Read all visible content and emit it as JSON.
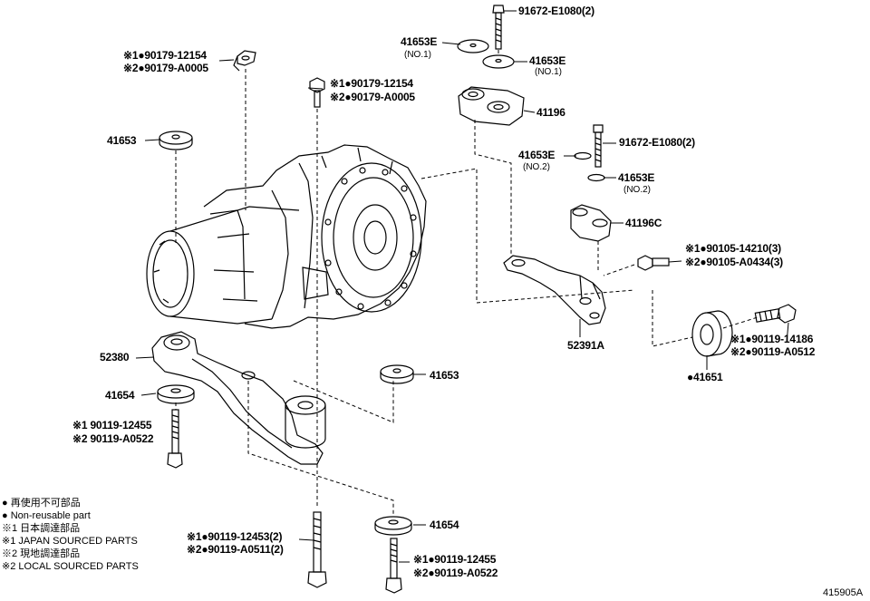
{
  "parts": {
    "bolt_9167_top": "91672-E1080(2)",
    "p41653e_no1_left": "41653E",
    "p41653e_no1_left_sub": "(NO.1)",
    "p41653e_no1_right": "41653E",
    "p41653e_no1_right_sub": "(NO.1)",
    "p41196": "41196",
    "bolt_9167_mid": "91672-E1080(2)",
    "p41653e_no2_left": "41653E",
    "p41653e_no2_left_sub": "(NO.2)",
    "p41653e_no2_right": "41653E",
    "p41653e_no2_right_sub": "(NO.2)",
    "p41196c": "41196C",
    "bolt_90105_1": "※1●90105-14210(3)",
    "bolt_90105_2": "※2●90105-A0434(3)",
    "p52391a": "52391A",
    "bolt_90119_14186_1": "※1●90119-14186",
    "bolt_90119_a0512_2": "※2●90119-A0512",
    "p41651": "●41651",
    "clip_90179_12154_1": "※1●90179-12154",
    "clip_90179_a0005_2": "※2●90179-A0005",
    "bolt_90179_12154_1": "※1●90179-12154",
    "bolt_90179_a0005_2": "※2●90179-A0005",
    "p41653_left": "41653",
    "p41653_mid": "41653",
    "p52380": "52380",
    "p41654_left": "41654",
    "bolt_90119_12455_left_1": "※1 90119-12455",
    "bolt_90119_a0522_left_2": "※2 90119-A0522",
    "p41654_bottom": "41654",
    "bolt_90119_12453_1": "※1●90119-12453(2)",
    "bolt_90119_a0511_2": "※2●90119-A0511(2)",
    "bolt_90119_12455_bottom_1": "※1●90119-12455",
    "bolt_90119_a0522_bottom_2": "※2●90119-A0522"
  },
  "legend": {
    "line1": "● 再使用不可部品",
    "line2": "● Non-reusable part",
    "line3": "※1 日本調達部品",
    "line4": "※1 JAPAN SOURCED PARTS",
    "line5": "※2 現地調達部品",
    "line6": "※2 LOCAL SOURCED PARTS"
  },
  "figure_ref": "415905A"
}
